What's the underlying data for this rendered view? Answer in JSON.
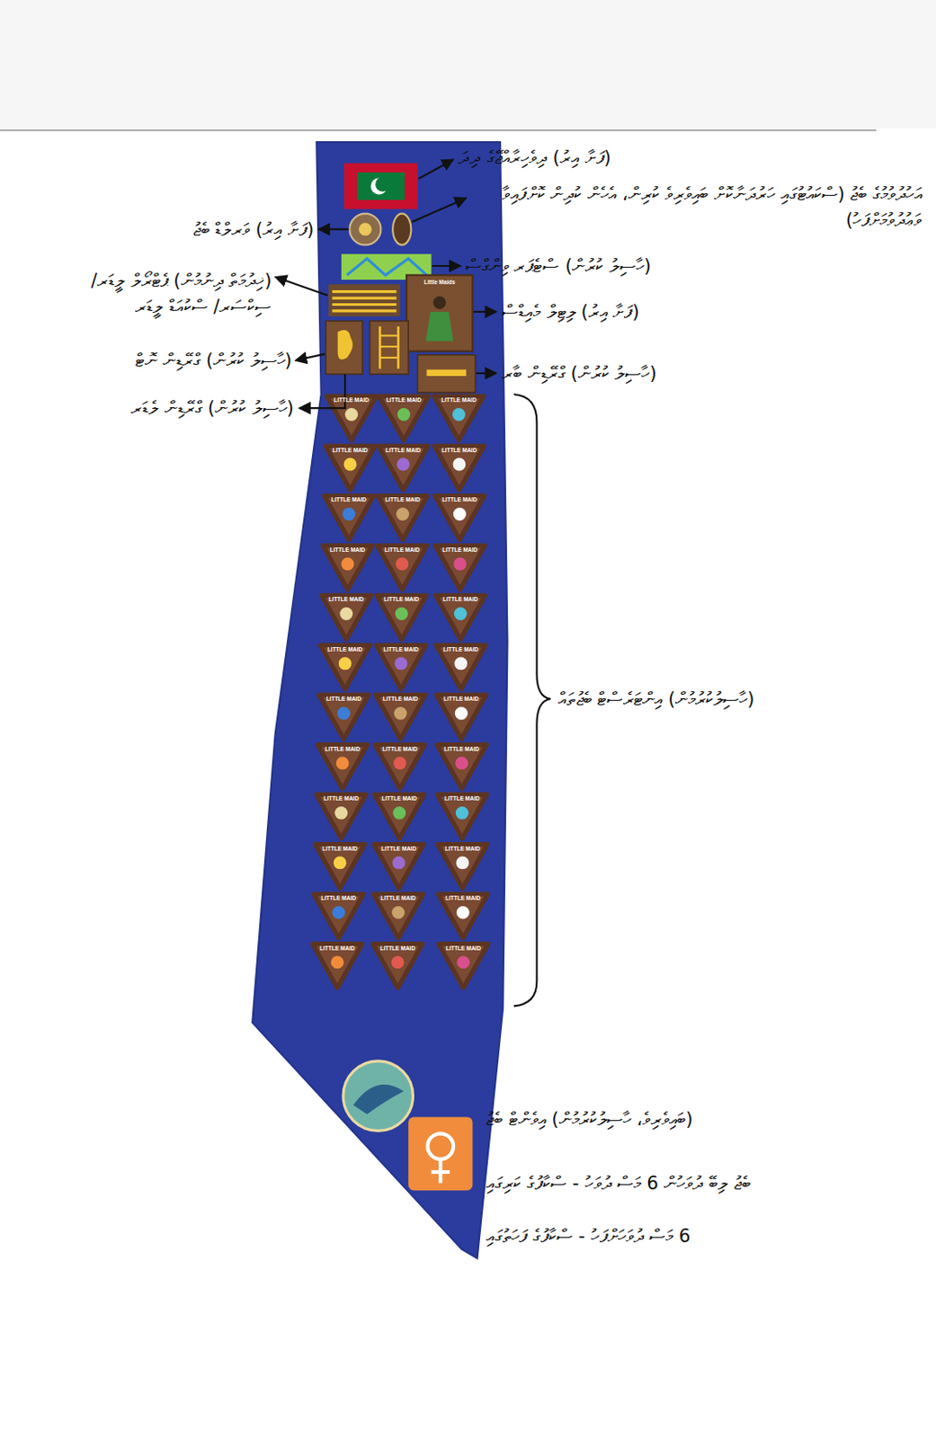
{
  "diagram": {
    "labels": [
      "(ފަށާ އިރު) ދިވެހިރާއްޖޭގެ ދިދަ",
      "އަހުދުވުމުގެ ބެޖު (ސްކައުޓުގައި ހަރުދަނާކޮށް ބައިވެރިވެ ކުރިން، އެހެން ކުދިން ކޮށްފައިވާ ވަޢުދުވުމަށްފަހު)",
      "(ފަށާ އިރު) ވަރލްޑް ބެޖު",
      "(ހާސިލު ކުރުން) ސްޓެޕަރ ވިންގްސް",
      "(ޚިދުމަތް ދިނުމުން) ޕެޓްރޯލް ލީޑަރ/ ސިކްސަރ/ ސްކުއަޑް ލީޑަރ",
      "Little Maids",
      "(ފަށާ އިރު) ލިޓިލް މެއިޑްސް",
      "(ހާސިލު ކުރުން) ގްރޭޑިން ނޮޓް",
      "(ހާސިލު ކުރުން) ގްރޭޑިން ބާރ",
      "(ހާސިލު ކުރުން) ގްރޭޑިން ލެޑަރ",
      "LITTLE MAID",
      "LITTLE MAID",
      "LITTLE MAID",
      "LITTLE MAID",
      "LITTLE MAID",
      "LITTLE MAID",
      "LITTLE MAID",
      "LITTLE MAID",
      "LITTLE MAID",
      "LITTLE MAID",
      "LITTLE MAID",
      "LITTLE MAID",
      "LITTLE MAID",
      "LITTLE MAID",
      "LITTLE MAID",
      "LITTLE MAID",
      "LITTLE MAID",
      "LITTLE MAID",
      "LITTLE MAID",
      "LITTLE MAID",
      "LITTLE MAID",
      "LITTLE MAID",
      "LITTLE MAID",
      "LITTLE MAID",
      "LITTLE MAID",
      "LITTLE MAID",
      "LITTLE MAID",
      "LITTLE MAID",
      "LITTLE MAID",
      "LITTLE MAID",
      "LITTLE MAID",
      "LITTLE MAID",
      "LITTLE MAID",
      "LITTLE MAID",
      "LITTLE MAID",
      "LITTLE MAID",
      "(ހާސިލުކުރުމުން) އިންޓަރެސްޓް ބެޖުތައް",
      "(ބައިވެރިވެ، ހާސިލުކުރުމުން) އިވެންޓް ބެޖު",
      "ބެޖު ލިބޭ ދުވަހުން 6 މަސް ދުވަހު - ސްކާފުގެ ކަރިގައި",
      "6 މަސް ދުވަހަށްފަހު - ސްކާފުގެ ފަހަތުގައި"
    ]
  }
}
